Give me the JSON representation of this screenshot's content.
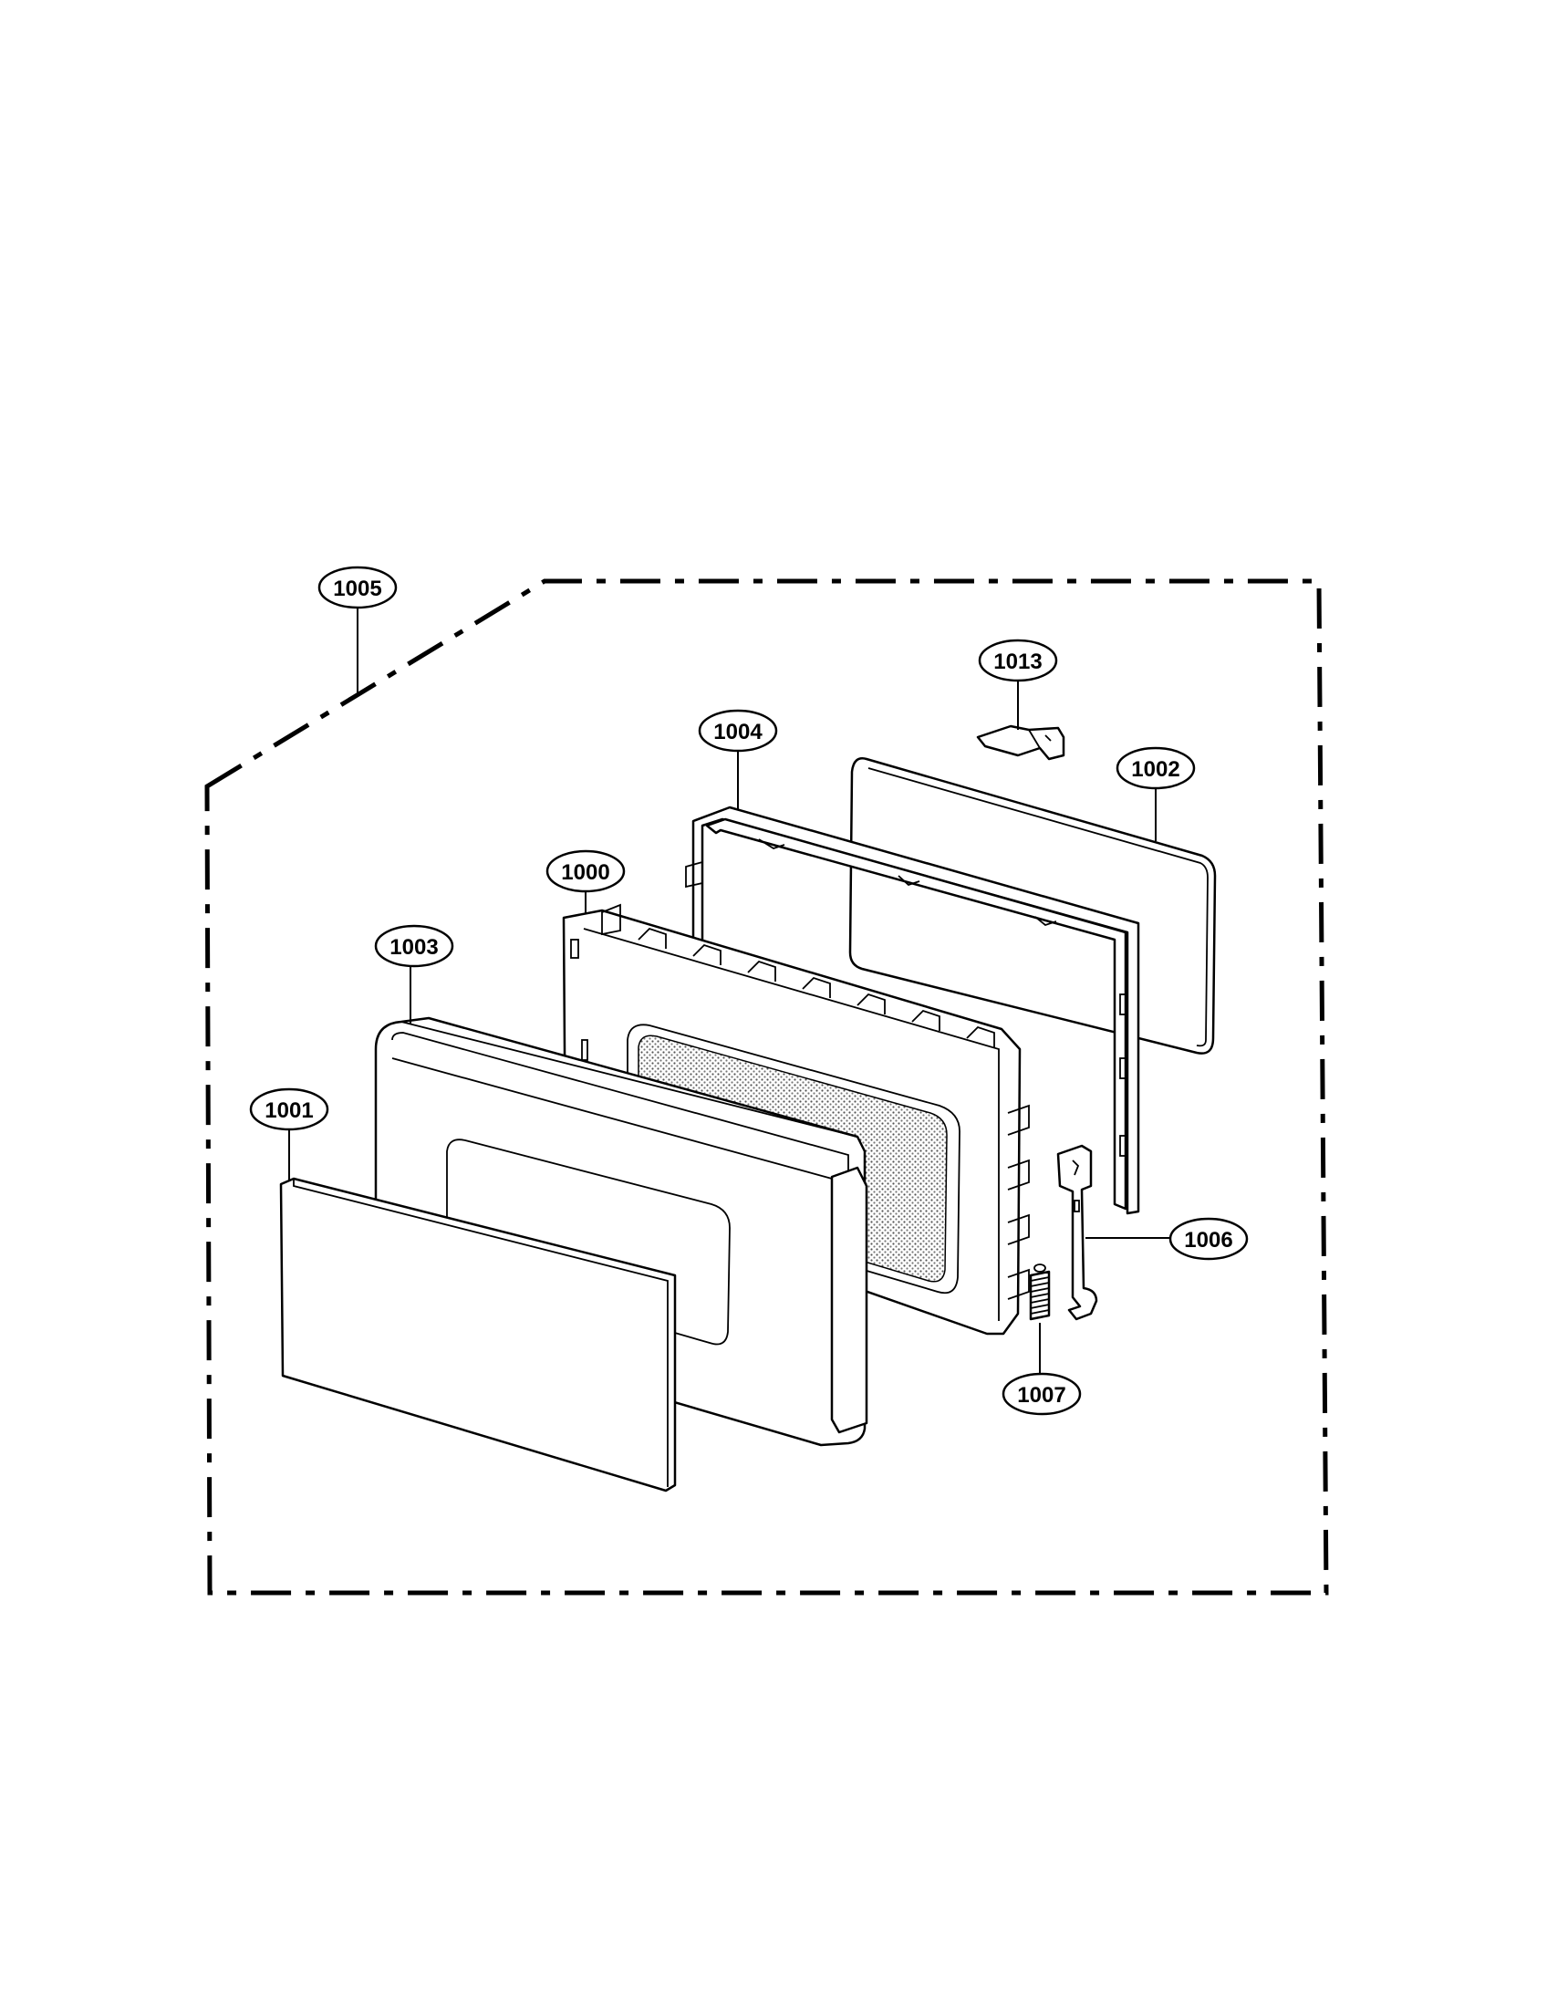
{
  "parts": [
    {
      "id": "p1000",
      "number": "1000"
    },
    {
      "id": "p1001",
      "number": "1001"
    },
    {
      "id": "p1002",
      "number": "1002"
    },
    {
      "id": "p1003",
      "number": "1003"
    },
    {
      "id": "p1004",
      "number": "1004"
    },
    {
      "id": "p1005",
      "number": "1005"
    },
    {
      "id": "p1006",
      "number": "1006"
    },
    {
      "id": "p1007",
      "number": "1007"
    },
    {
      "id": "p1013",
      "number": "1013"
    }
  ]
}
